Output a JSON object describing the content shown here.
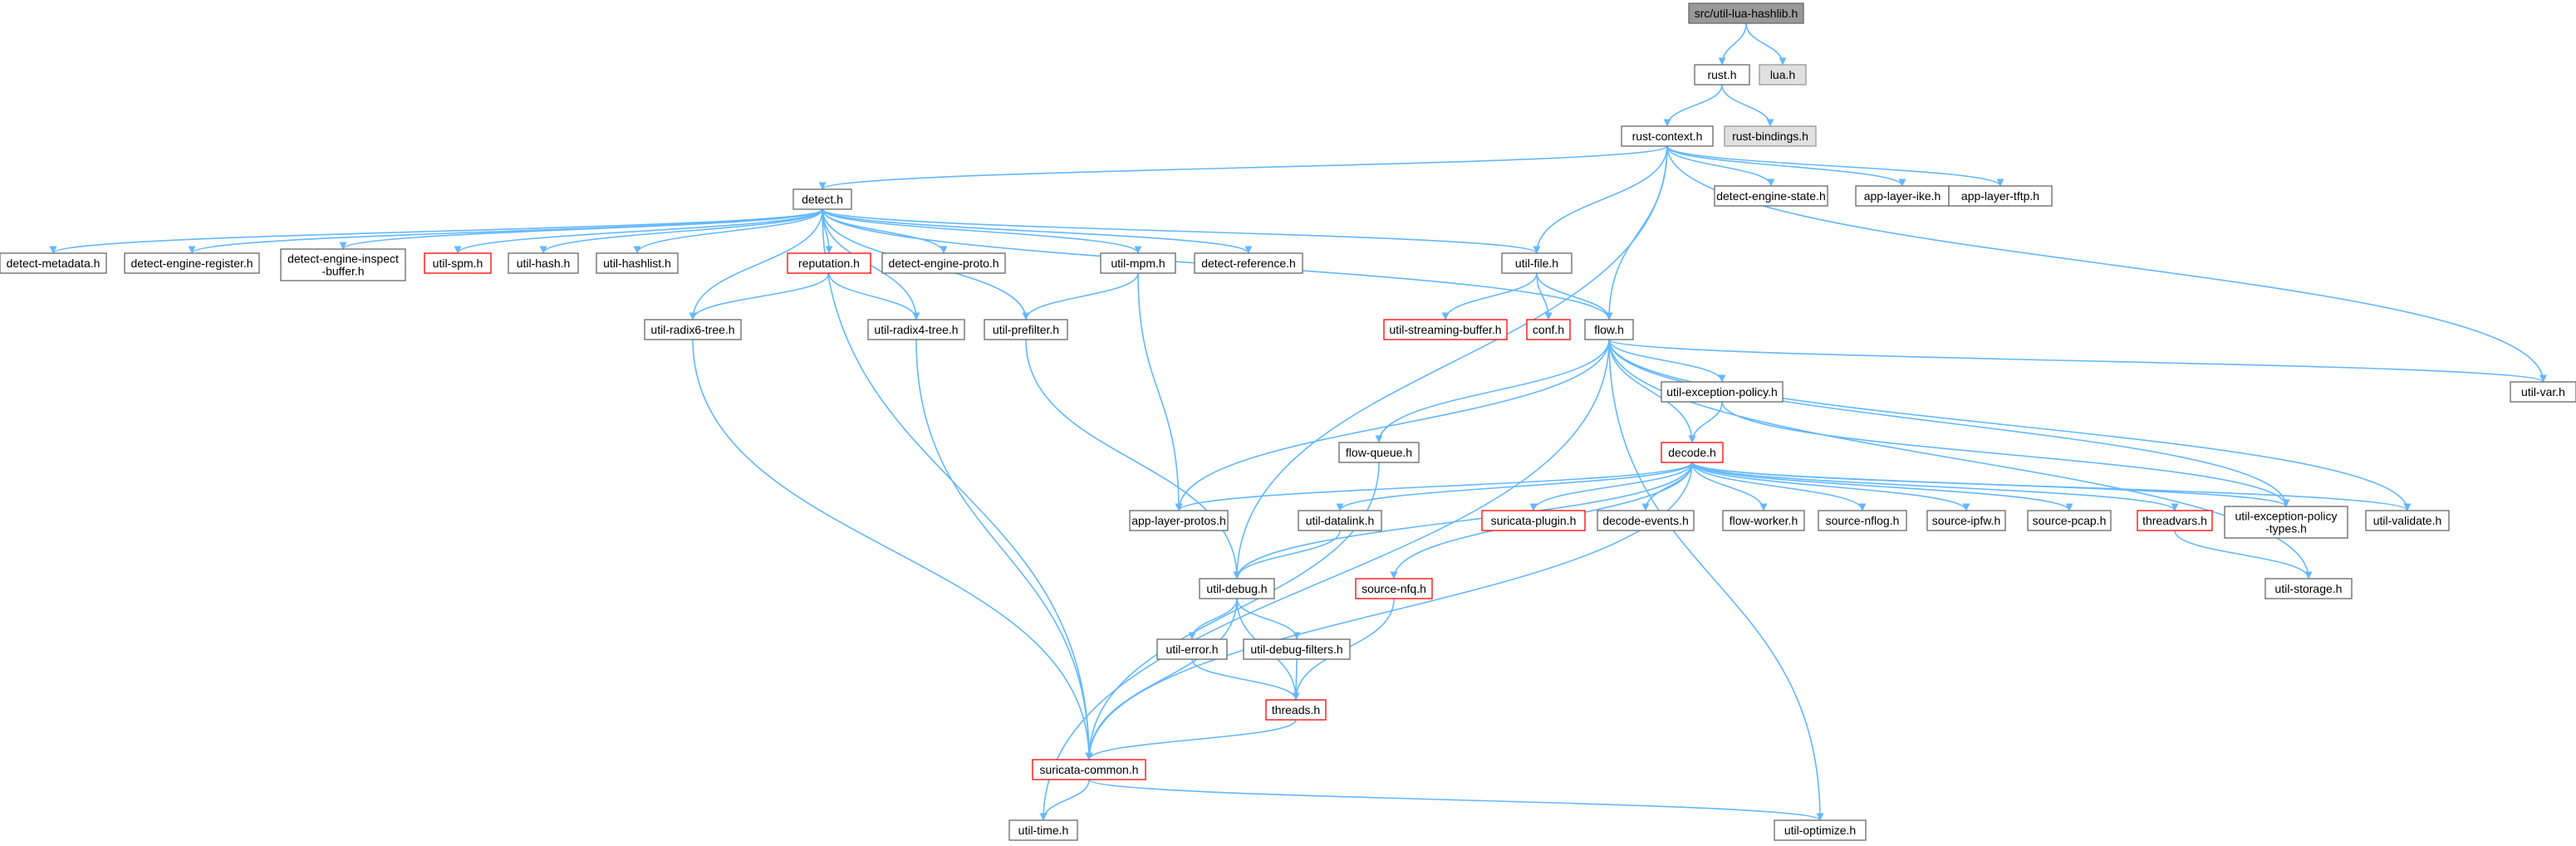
{
  "graph": {
    "title": "src/util-lua-hashlib.h",
    "colors": {
      "edge": "#63b8ff",
      "root_fill": "#999999",
      "root_border": "#666666",
      "normal_border": "#666666",
      "missing_fill": "#e0e0e0",
      "missing_border": "#999999",
      "truncated_border": "#ff0000"
    },
    "nodes": [
      {
        "id": "root",
        "lines": [
          "src/util-lua-hashlib.h"
        ],
        "kind": "root"
      },
      {
        "id": "rust_h",
        "lines": [
          "rust.h"
        ],
        "kind": "normal"
      },
      {
        "id": "lua_h",
        "lines": [
          "lua.h"
        ],
        "kind": "missing"
      },
      {
        "id": "rust_context",
        "lines": [
          "rust-context.h"
        ],
        "kind": "normal"
      },
      {
        "id": "rust_bindings",
        "lines": [
          "rust-bindings.h"
        ],
        "kind": "missing"
      },
      {
        "id": "detect_h",
        "lines": [
          "detect.h"
        ],
        "kind": "normal"
      },
      {
        "id": "detect_engine_state",
        "lines": [
          "detect-engine-state.h"
        ],
        "kind": "normal"
      },
      {
        "id": "app_layer_ike",
        "lines": [
          "app-layer-ike.h"
        ],
        "kind": "normal"
      },
      {
        "id": "app_layer_tftp",
        "lines": [
          "app-layer-tftp.h"
        ],
        "kind": "normal"
      },
      {
        "id": "detect_metadata",
        "lines": [
          "detect-metadata.h"
        ],
        "kind": "normal"
      },
      {
        "id": "detect_engine_register",
        "lines": [
          "detect-engine-register.h"
        ],
        "kind": "normal"
      },
      {
        "id": "detect_engine_inspect_buffer",
        "lines": [
          "detect-engine-inspect",
          "-buffer.h"
        ],
        "kind": "normal"
      },
      {
        "id": "util_spm",
        "lines": [
          "util-spm.h"
        ],
        "kind": "truncated"
      },
      {
        "id": "util_hash",
        "lines": [
          "util-hash.h"
        ],
        "kind": "normal"
      },
      {
        "id": "util_hashlist",
        "lines": [
          "util-hashlist.h"
        ],
        "kind": "normal"
      },
      {
        "id": "reputation",
        "lines": [
          "reputation.h"
        ],
        "kind": "truncated"
      },
      {
        "id": "detect_engine_proto",
        "lines": [
          "detect-engine-proto.h"
        ],
        "kind": "normal"
      },
      {
        "id": "util_mpm",
        "lines": [
          "util-mpm.h"
        ],
        "kind": "normal"
      },
      {
        "id": "detect_reference",
        "lines": [
          "detect-reference.h"
        ],
        "kind": "normal"
      },
      {
        "id": "util_file",
        "lines": [
          "util-file.h"
        ],
        "kind": "normal"
      },
      {
        "id": "util_radix6",
        "lines": [
          "util-radix6-tree.h"
        ],
        "kind": "normal"
      },
      {
        "id": "util_radix4",
        "lines": [
          "util-radix4-tree.h"
        ],
        "kind": "normal"
      },
      {
        "id": "util_prefilter",
        "lines": [
          "util-prefilter.h"
        ],
        "kind": "normal"
      },
      {
        "id": "util_streaming_buffer",
        "lines": [
          "util-streaming-buffer.h"
        ],
        "kind": "truncated"
      },
      {
        "id": "conf_h",
        "lines": [
          "conf.h"
        ],
        "kind": "truncated"
      },
      {
        "id": "flow_h",
        "lines": [
          "flow.h"
        ],
        "kind": "normal"
      },
      {
        "id": "util_var",
        "lines": [
          "util-var.h"
        ],
        "kind": "normal"
      },
      {
        "id": "util_exception_policy",
        "lines": [
          "util-exception-policy.h"
        ],
        "kind": "normal"
      },
      {
        "id": "flow_queue",
        "lines": [
          "flow-queue.h"
        ],
        "kind": "normal"
      },
      {
        "id": "decode_h",
        "lines": [
          "decode.h"
        ],
        "kind": "truncated"
      },
      {
        "id": "app_layer_protos",
        "lines": [
          "app-layer-protos.h"
        ],
        "kind": "normal"
      },
      {
        "id": "util_datalink",
        "lines": [
          "util-datalink.h"
        ],
        "kind": "normal"
      },
      {
        "id": "suricata_plugin",
        "lines": [
          "suricata-plugin.h"
        ],
        "kind": "truncated"
      },
      {
        "id": "decode_events",
        "lines": [
          "decode-events.h"
        ],
        "kind": "normal"
      },
      {
        "id": "flow_worker",
        "lines": [
          "flow-worker.h"
        ],
        "kind": "normal"
      },
      {
        "id": "source_nflog",
        "lines": [
          "source-nflog.h"
        ],
        "kind": "normal"
      },
      {
        "id": "source_ipfw",
        "lines": [
          "source-ipfw.h"
        ],
        "kind": "normal"
      },
      {
        "id": "source_pcap",
        "lines": [
          "source-pcap.h"
        ],
        "kind": "normal"
      },
      {
        "id": "threadvars",
        "lines": [
          "threadvars.h"
        ],
        "kind": "truncated"
      },
      {
        "id": "util_exception_policy_types",
        "lines": [
          "util-exception-policy",
          "-types.h"
        ],
        "kind": "normal"
      },
      {
        "id": "util_validate",
        "lines": [
          "util-validate.h"
        ],
        "kind": "normal"
      },
      {
        "id": "util_debug",
        "lines": [
          "util-debug.h"
        ],
        "kind": "normal"
      },
      {
        "id": "source_nfq",
        "lines": [
          "source-nfq.h"
        ],
        "kind": "truncated"
      },
      {
        "id": "util_storage",
        "lines": [
          "util-storage.h"
        ],
        "kind": "normal"
      },
      {
        "id": "util_error",
        "lines": [
          "util-error.h"
        ],
        "kind": "normal"
      },
      {
        "id": "util_debug_filters",
        "lines": [
          "util-debug-filters.h"
        ],
        "kind": "normal"
      },
      {
        "id": "threads_h",
        "lines": [
          "threads.h"
        ],
        "kind": "truncated"
      },
      {
        "id": "suricata_common",
        "lines": [
          "suricata-common.h"
        ],
        "kind": "truncated"
      },
      {
        "id": "util_time",
        "lines": [
          "util-time.h"
        ],
        "kind": "normal"
      },
      {
        "id": "util_optimize",
        "lines": [
          "util-optimize.h"
        ],
        "kind": "normal"
      }
    ],
    "edges": [
      [
        "root",
        "rust_h"
      ],
      [
        "root",
        "lua_h"
      ],
      [
        "rust_h",
        "rust_context"
      ],
      [
        "rust_h",
        "rust_bindings"
      ],
      [
        "rust_context",
        "detect_h"
      ],
      [
        "rust_context",
        "detect_engine_state"
      ],
      [
        "rust_context",
        "app_layer_ike"
      ],
      [
        "rust_context",
        "app_layer_tftp"
      ],
      [
        "rust_context",
        "util_file"
      ],
      [
        "rust_context",
        "flow_h"
      ],
      [
        "rust_context",
        "util_var"
      ],
      [
        "rust_context",
        "util_debug"
      ],
      [
        "detect_h",
        "detect_metadata"
      ],
      [
        "detect_h",
        "detect_engine_register"
      ],
      [
        "detect_h",
        "detect_engine_inspect_buffer"
      ],
      [
        "detect_h",
        "util_spm"
      ],
      [
        "detect_h",
        "util_hash"
      ],
      [
        "detect_h",
        "util_hashlist"
      ],
      [
        "detect_h",
        "reputation"
      ],
      [
        "detect_h",
        "detect_engine_proto"
      ],
      [
        "detect_h",
        "util_mpm"
      ],
      [
        "detect_h",
        "detect_reference"
      ],
      [
        "detect_h",
        "util_file"
      ],
      [
        "detect_h",
        "flow_h"
      ],
      [
        "detect_h",
        "util_radix6"
      ],
      [
        "detect_h",
        "util_radix4"
      ],
      [
        "detect_h",
        "util_prefilter"
      ],
      [
        "detect_h",
        "suricata_common"
      ],
      [
        "reputation",
        "util_radix6"
      ],
      [
        "reputation",
        "util_radix4"
      ],
      [
        "util_mpm",
        "util_prefilter"
      ],
      [
        "util_mpm",
        "app_layer_protos"
      ],
      [
        "util_file",
        "util_streaming_buffer"
      ],
      [
        "util_file",
        "conf_h"
      ],
      [
        "util_file",
        "flow_h"
      ],
      [
        "util_radix6",
        "suricata_common"
      ],
      [
        "util_radix4",
        "suricata_common"
      ],
      [
        "util_prefilter",
        "util_debug"
      ],
      [
        "flow_h",
        "util_exception_policy"
      ],
      [
        "flow_h",
        "decode_h"
      ],
      [
        "flow_h",
        "flow_queue"
      ],
      [
        "flow_h",
        "app_layer_protos"
      ],
      [
        "flow_h",
        "util_var"
      ],
      [
        "flow_h",
        "util_exception_policy_types"
      ],
      [
        "flow_h",
        "util_validate"
      ],
      [
        "flow_h",
        "util_storage"
      ],
      [
        "flow_h",
        "util_optimize"
      ],
      [
        "flow_h",
        "util_time"
      ],
      [
        "util_exception_policy",
        "decode_h"
      ],
      [
        "util_exception_policy",
        "util_exception_policy_types"
      ],
      [
        "flow_queue",
        "suricata_common"
      ],
      [
        "decode_h",
        "app_layer_protos"
      ],
      [
        "decode_h",
        "util_datalink"
      ],
      [
        "decode_h",
        "suricata_plugin"
      ],
      [
        "decode_h",
        "decode_events"
      ],
      [
        "decode_h",
        "flow_worker"
      ],
      [
        "decode_h",
        "source_nflog"
      ],
      [
        "decode_h",
        "source_ipfw"
      ],
      [
        "decode_h",
        "source_pcap"
      ],
      [
        "decode_h",
        "threadvars"
      ],
      [
        "decode_h",
        "util_exception_policy_types"
      ],
      [
        "decode_h",
        "util_validate"
      ],
      [
        "decode_h",
        "util_debug"
      ],
      [
        "decode_h",
        "source_nfq"
      ],
      [
        "decode_h",
        "suricata_common"
      ],
      [
        "util_datalink",
        "util_debug"
      ],
      [
        "threadvars",
        "util_storage"
      ],
      [
        "source_nfq",
        "threads_h"
      ],
      [
        "util_debug",
        "util_error"
      ],
      [
        "util_debug",
        "util_debug_filters"
      ],
      [
        "util_debug",
        "threads_h"
      ],
      [
        "util_debug",
        "suricata_common"
      ],
      [
        "util_error",
        "threads_h"
      ],
      [
        "util_debug_filters",
        "threads_h"
      ],
      [
        "threads_h",
        "suricata_common"
      ],
      [
        "suricata_common",
        "util_time"
      ],
      [
        "suricata_common",
        "util_optimize"
      ]
    ]
  }
}
